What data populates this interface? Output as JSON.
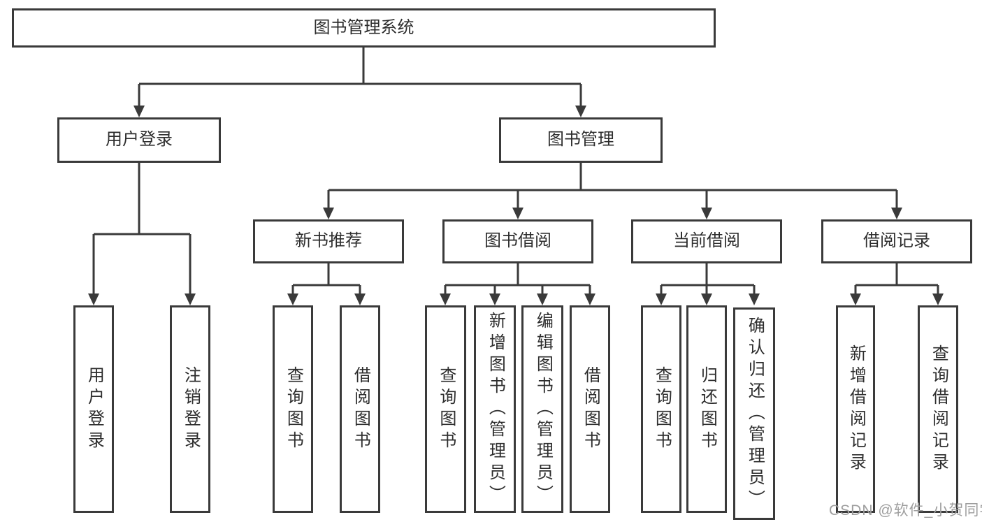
{
  "diagram": {
    "root": {
      "label": "图书管理系统"
    },
    "branches": [
      {
        "label": "用户登录",
        "leaves": [
          {
            "label": "用户登录"
          },
          {
            "label": "注销登录"
          }
        ]
      },
      {
        "label": "图书管理",
        "sub_branches": [
          {
            "label": "新书推荐",
            "leaves": [
              {
                "label": "查询图书"
              },
              {
                "label": "借阅图书"
              }
            ]
          },
          {
            "label": "图书借阅",
            "leaves": [
              {
                "label": "查询图书"
              },
              {
                "label": "新增图书（管理员）"
              },
              {
                "label": "编辑图书（管理员）"
              },
              {
                "label": "借阅图书"
              }
            ]
          },
          {
            "label": "当前借阅",
            "leaves": [
              {
                "label": "查询图书"
              },
              {
                "label": "归还图书"
              },
              {
                "label": "确认归还（管理员）"
              }
            ]
          },
          {
            "label": "借阅记录",
            "leaves": [
              {
                "label": "新增借阅记录"
              },
              {
                "label": "查询借阅记录"
              }
            ]
          }
        ]
      }
    ]
  },
  "watermark": {
    "text": "CSDN @软件_小贺同学"
  },
  "colors": {
    "line": "#3a3a3a",
    "text": "#2d2d2d",
    "watermark": "#9e9e9e",
    "background": "#ffffff"
  }
}
